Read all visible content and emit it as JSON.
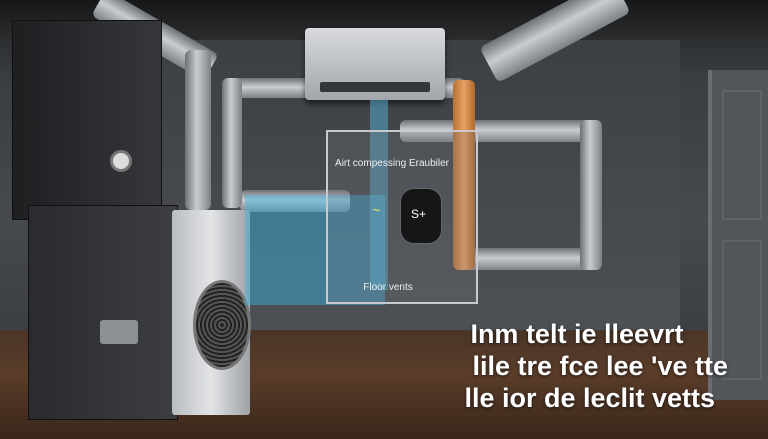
{
  "diagram": {
    "label_top": "Airt compessing Eraubiler",
    "tank_label": "S+",
    "label_bottom": "Floor vents"
  },
  "caption": {
    "lines": [
      "Inm telt ie lleevrt",
      "lile tre fce lee 've tte",
      "lle ior de leclit vetts"
    ]
  }
}
